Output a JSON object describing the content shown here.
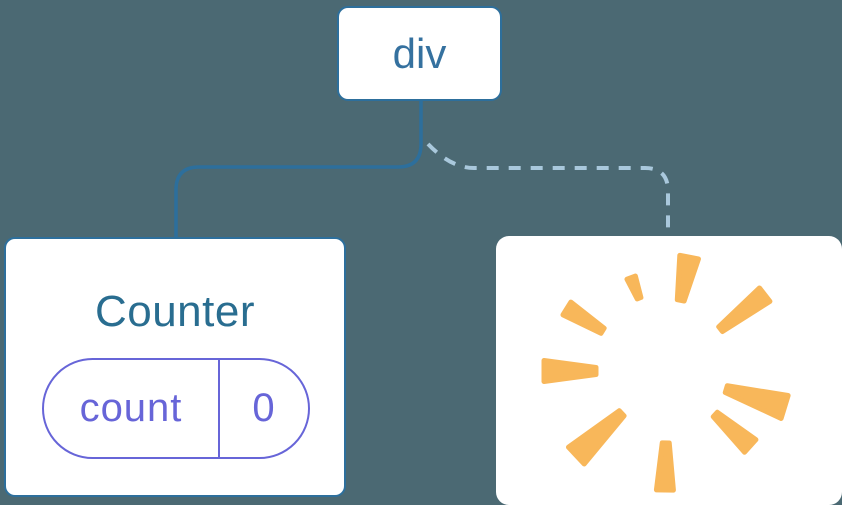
{
  "theme": {
    "canvas_bg": "#4B6973",
    "node_bg": "#FFFFFF",
    "node_border": "#2D6F9C",
    "solid_link": "#2D6F9C",
    "dashed_link": "#A9C8DC",
    "state_accent": "#6765D8",
    "burst_color": "#F8B75A",
    "title_color": "#296D90",
    "tag_color": "#35719F"
  },
  "diagram": {
    "root_node": {
      "label": "div"
    },
    "counter_node": {
      "title": "Counter",
      "state": {
        "key": "count",
        "value": "0"
      }
    },
    "removed_node": {
      "icon": "poof-burst-icon"
    }
  }
}
